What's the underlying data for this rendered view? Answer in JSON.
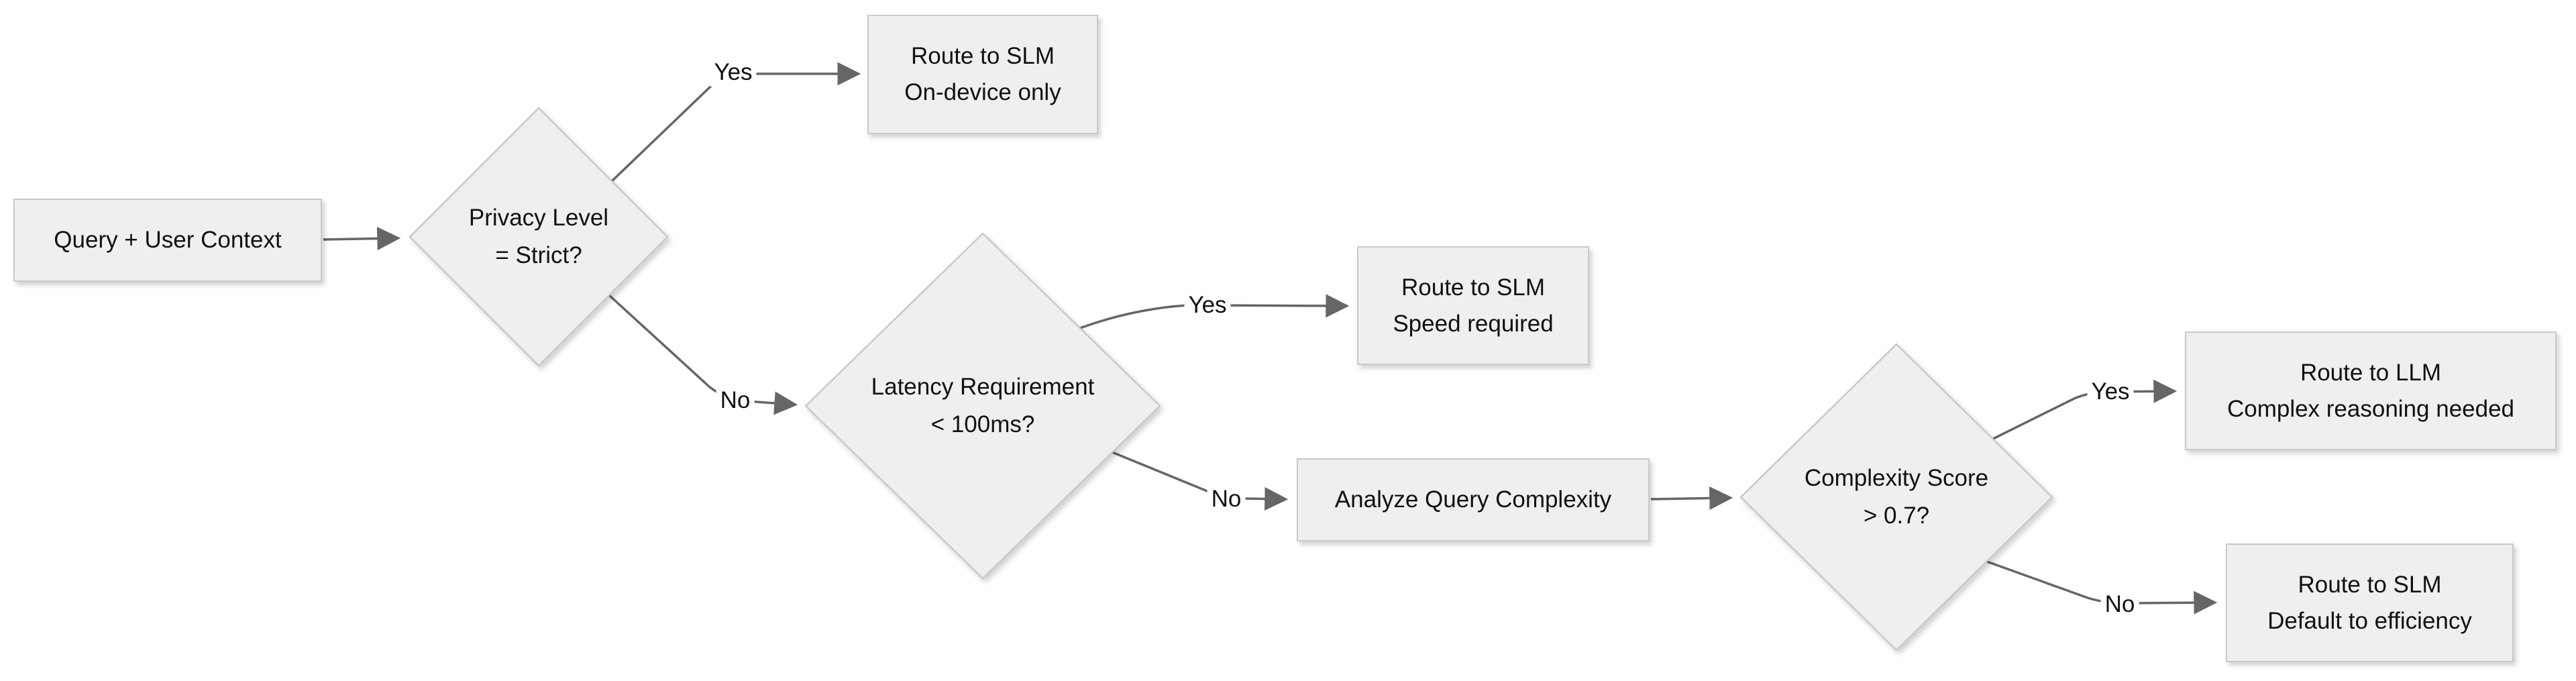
{
  "diagram": {
    "colors": {
      "background": "#ffffff",
      "node_fill": "#efefef",
      "node_border": "#c9c9c9",
      "node_text": "#111111",
      "edge_color": "#666666"
    },
    "nodes": {
      "input": {
        "label": "Query + User Context"
      },
      "privacy": {
        "line1": "Privacy Level",
        "line2": "= Strict?"
      },
      "slm_private": {
        "line1": "Route to SLM",
        "line2": "On-device only"
      },
      "latency": {
        "line1": "Latency Requirement",
        "line2": "< 100ms?"
      },
      "slm_speed": {
        "line1": "Route to SLM",
        "line2": "Speed required"
      },
      "analyze": {
        "label": "Analyze Query Complexity"
      },
      "complexity": {
        "line1": "Complexity Score",
        "line2": "> 0.7?"
      },
      "llm_complex": {
        "line1": "Route to LLM",
        "line2": "Complex reasoning needed"
      },
      "slm_default": {
        "line1": "Route to SLM",
        "line2": "Default to efficiency"
      }
    },
    "edge_labels": {
      "privacy_yes": "Yes",
      "privacy_no": "No",
      "latency_yes": "Yes",
      "latency_no": "No",
      "complexity_yes": "Yes",
      "complexity_no": "No"
    }
  }
}
